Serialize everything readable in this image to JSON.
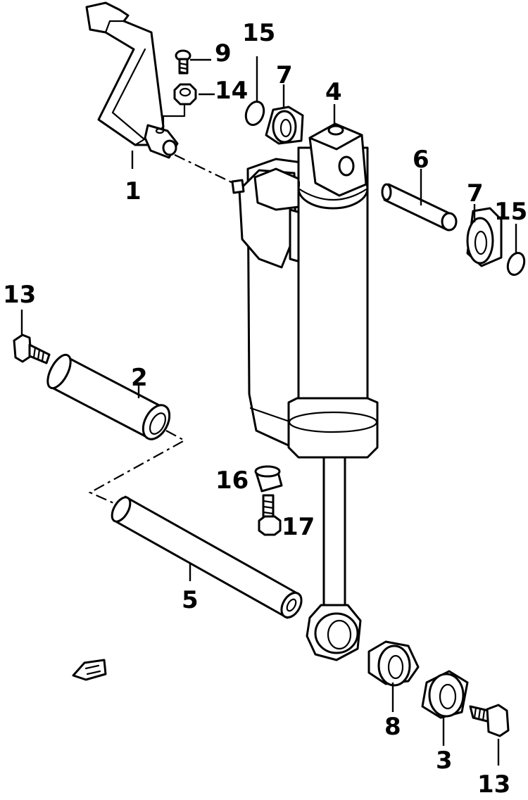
{
  "diagram": {
    "callouts": {
      "c1": "1",
      "c2": "2",
      "c3": "3",
      "c4": "4",
      "c5": "5",
      "c6": "6",
      "c7a": "7",
      "c7b": "7",
      "c8": "8",
      "c9": "9",
      "c13a": "13",
      "c13b": "13",
      "c14": "14",
      "c15a": "15",
      "c15b": "15",
      "c16": "16",
      "c17": "17"
    },
    "colors": {
      "line": "#000000",
      "background": "#ffffff"
    },
    "icons": {
      "direction": "forward-arrow-icon"
    }
  }
}
